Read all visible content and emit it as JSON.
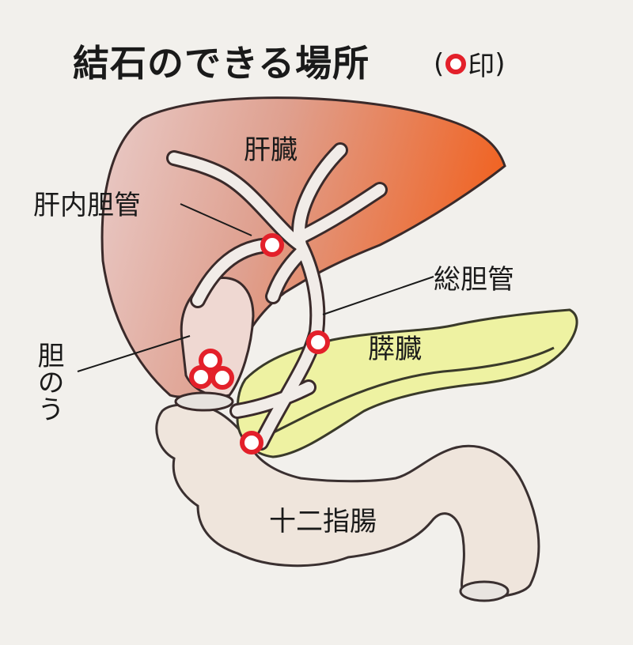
{
  "title": "結石のできる場所",
  "legend": {
    "open": "(",
    "mark_label": "印",
    "close": ")"
  },
  "labels": {
    "liver": "肝臓",
    "intrahepatic_duct": "肝内胆管",
    "common_bile_duct": "総胆管",
    "pancreas": "膵臓",
    "gallbladder": "胆のう",
    "duodenum": "十二指腸"
  },
  "colors": {
    "stone_ring": "#e3202a",
    "liver_light": "#e9c9c4",
    "liver_dark": "#ee6a2a",
    "pancreas": "#eef2a2",
    "duodenum": "#efe5dc"
  }
}
